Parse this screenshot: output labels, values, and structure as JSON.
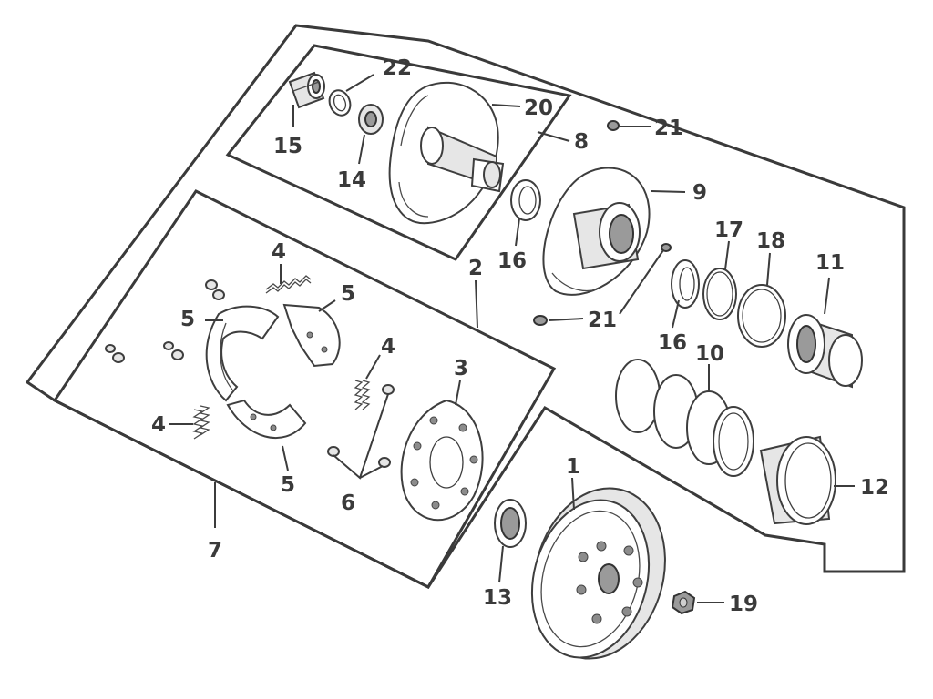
{
  "callouts": {
    "c1": "1",
    "c2": "2",
    "c3": "3",
    "c4a": "4",
    "c4b": "4",
    "c4c": "4",
    "c5a": "5",
    "c5b": "5",
    "c5c": "5",
    "c6": "6",
    "c7": "7",
    "c8": "8",
    "c9": "9",
    "c10": "10",
    "c11": "11",
    "c12": "12",
    "c13": "13",
    "c14": "14",
    "c15": "15",
    "c16a": "16",
    "c16b": "16",
    "c17": "17",
    "c18": "18",
    "c19": "19",
    "c20": "20",
    "c21a": "21",
    "c21b": "21",
    "c22": "22"
  },
  "colors": {
    "line": "#3c3c3c",
    "fill_grey": "#e6e6e6",
    "fill_dark": "#9a9a9a"
  }
}
